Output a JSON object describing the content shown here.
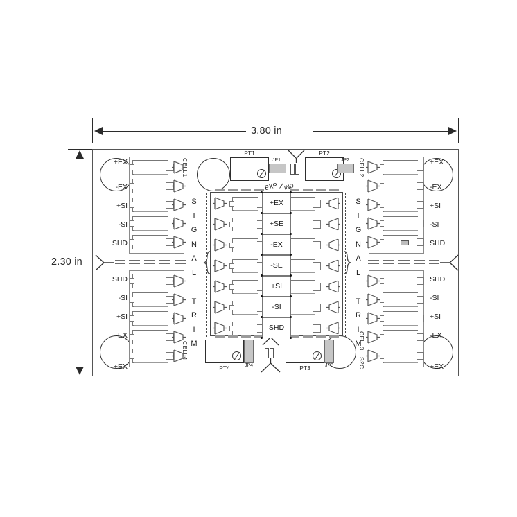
{
  "figure": {
    "kind": "pcb-outline-drawing",
    "title_visible": false
  },
  "dimensions": {
    "width_label": "3.80 in",
    "height_label": "2.30 in"
  },
  "board": {
    "left_top_connector": {
      "ref": "CELL1",
      "pins": [
        "+EX",
        "-EX",
        "+SI",
        "-SI",
        "SHD"
      ]
    },
    "left_bottom_connector": {
      "ref": "CELL4",
      "pins": [
        "SHD",
        "-SI",
        "+SI",
        "-EX",
        "+EX"
      ]
    },
    "right_top_connector": {
      "ref": "CELL2",
      "pins": [
        "+EX",
        "-EX",
        "+SI",
        "-SI",
        "SHD"
      ]
    },
    "right_bottom_connector": {
      "ref": "CELL3",
      "ref2": "S2C",
      "pins": [
        "SHD",
        "-SI",
        "+SI",
        "-EX",
        "+EX"
      ]
    },
    "left_side_text": "SIGNAL TRIM",
    "right_side_text": "SIGNAL TRIM",
    "center_module": {
      "header_label": "EXP / IND",
      "rows": [
        "+EX",
        "+SE",
        "-EX",
        "-SE",
        "+SI",
        "-SI",
        "SHD"
      ]
    },
    "pots": [
      {
        "ref": "PT1"
      },
      {
        "ref": "PT2"
      },
      {
        "ref": "PT3"
      },
      {
        "ref": "PT4"
      }
    ],
    "jumpers": [
      {
        "ref": "JP1"
      },
      {
        "ref": "JP2"
      },
      {
        "ref": "JP3"
      },
      {
        "ref": "JP4"
      }
    ]
  },
  "colors": {
    "line": "#555555",
    "ink": "#1a1a1a",
    "jumper_fill": "#c6c6c6",
    "pad_fill": "#9a9a9a",
    "background": "#ffffff"
  }
}
